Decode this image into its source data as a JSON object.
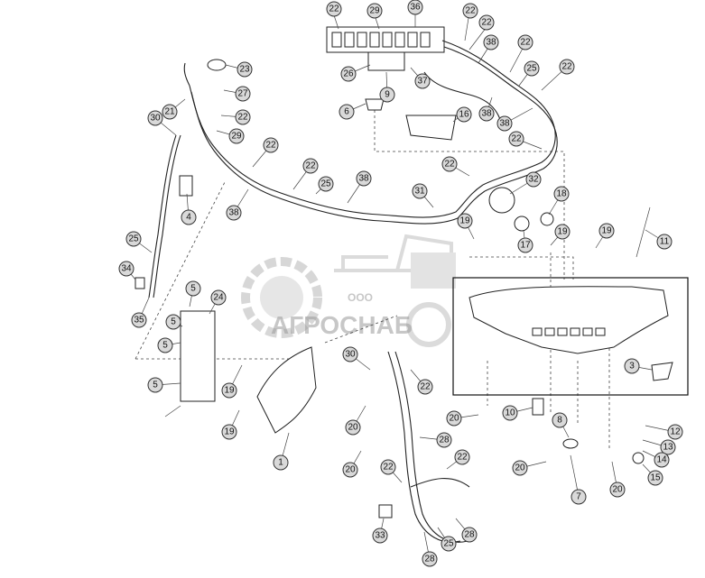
{
  "watermark": {
    "small_text": "ООО",
    "brand_text": "АГРОСНАБ"
  },
  "callouts": [
    {
      "id": "c22a",
      "label": "22"
    },
    {
      "id": "c29a",
      "label": "29"
    },
    {
      "id": "c36",
      "label": "36"
    },
    {
      "id": "c22b",
      "label": "22"
    },
    {
      "id": "c22c",
      "label": "22"
    },
    {
      "id": "c38a",
      "label": "38"
    },
    {
      "id": "c22d",
      "label": "22"
    },
    {
      "id": "c23",
      "label": "23"
    },
    {
      "id": "c26",
      "label": "26"
    },
    {
      "id": "c37",
      "label": "37"
    },
    {
      "id": "c9",
      "label": "9"
    },
    {
      "id": "c25a",
      "label": "25"
    },
    {
      "id": "c22e",
      "label": "22"
    },
    {
      "id": "c27",
      "label": "27"
    },
    {
      "id": "c21",
      "label": "21"
    },
    {
      "id": "c6",
      "label": "6"
    },
    {
      "id": "c16",
      "label": "16"
    },
    {
      "id": "c38b",
      "label": "38"
    },
    {
      "id": "c38c",
      "label": "38"
    },
    {
      "id": "c22f",
      "label": "22"
    },
    {
      "id": "c30a",
      "label": "30"
    },
    {
      "id": "c29b",
      "label": "29"
    },
    {
      "id": "c22g",
      "label": "22"
    },
    {
      "id": "c22h",
      "label": "22"
    },
    {
      "id": "c22i",
      "label": "22"
    },
    {
      "id": "c22j",
      "label": "22"
    },
    {
      "id": "c32",
      "label": "32"
    },
    {
      "id": "c25b",
      "label": "25"
    },
    {
      "id": "c38d",
      "label": "38"
    },
    {
      "id": "c31",
      "label": "31"
    },
    {
      "id": "c18",
      "label": "18"
    },
    {
      "id": "c38e",
      "label": "38"
    },
    {
      "id": "c4",
      "label": "4"
    },
    {
      "id": "c19a",
      "label": "19"
    },
    {
      "id": "c19b",
      "label": "19"
    },
    {
      "id": "c19c",
      "label": "19"
    },
    {
      "id": "c11",
      "label": "11"
    },
    {
      "id": "c17",
      "label": "17"
    },
    {
      "id": "c25c",
      "label": "25"
    },
    {
      "id": "c34",
      "label": "34"
    },
    {
      "id": "c35",
      "label": "35"
    },
    {
      "id": "c5a",
      "label": "5"
    },
    {
      "id": "c24",
      "label": "24"
    },
    {
      "id": "c5b",
      "label": "5"
    },
    {
      "id": "c5c",
      "label": "5"
    },
    {
      "id": "c5d",
      "label": "5"
    },
    {
      "id": "c19d",
      "label": "19"
    },
    {
      "id": "c19e",
      "label": "19"
    },
    {
      "id": "c30b",
      "label": "30"
    },
    {
      "id": "c22k",
      "label": "22"
    },
    {
      "id": "c3",
      "label": "3"
    },
    {
      "id": "c20a",
      "label": "20"
    },
    {
      "id": "c10",
      "label": "10"
    },
    {
      "id": "c8",
      "label": "8"
    },
    {
      "id": "c12",
      "label": "12"
    },
    {
      "id": "c13",
      "label": "13"
    },
    {
      "id": "c14",
      "label": "14"
    },
    {
      "id": "c15",
      "label": "15"
    },
    {
      "id": "c20b",
      "label": "20"
    },
    {
      "id": "c28a",
      "label": "28"
    },
    {
      "id": "c1",
      "label": "1"
    },
    {
      "id": "c20c",
      "label": "20"
    },
    {
      "id": "c22l",
      "label": "22"
    },
    {
      "id": "c22m",
      "label": "22"
    },
    {
      "id": "c20d",
      "label": "20"
    },
    {
      "id": "c7",
      "label": "7"
    },
    {
      "id": "c20e",
      "label": "20"
    },
    {
      "id": "c33",
      "label": "33"
    },
    {
      "id": "c25d",
      "label": "25"
    },
    {
      "id": "c28b",
      "label": "28"
    },
    {
      "id": "c28c",
      "label": "28"
    }
  ]
}
